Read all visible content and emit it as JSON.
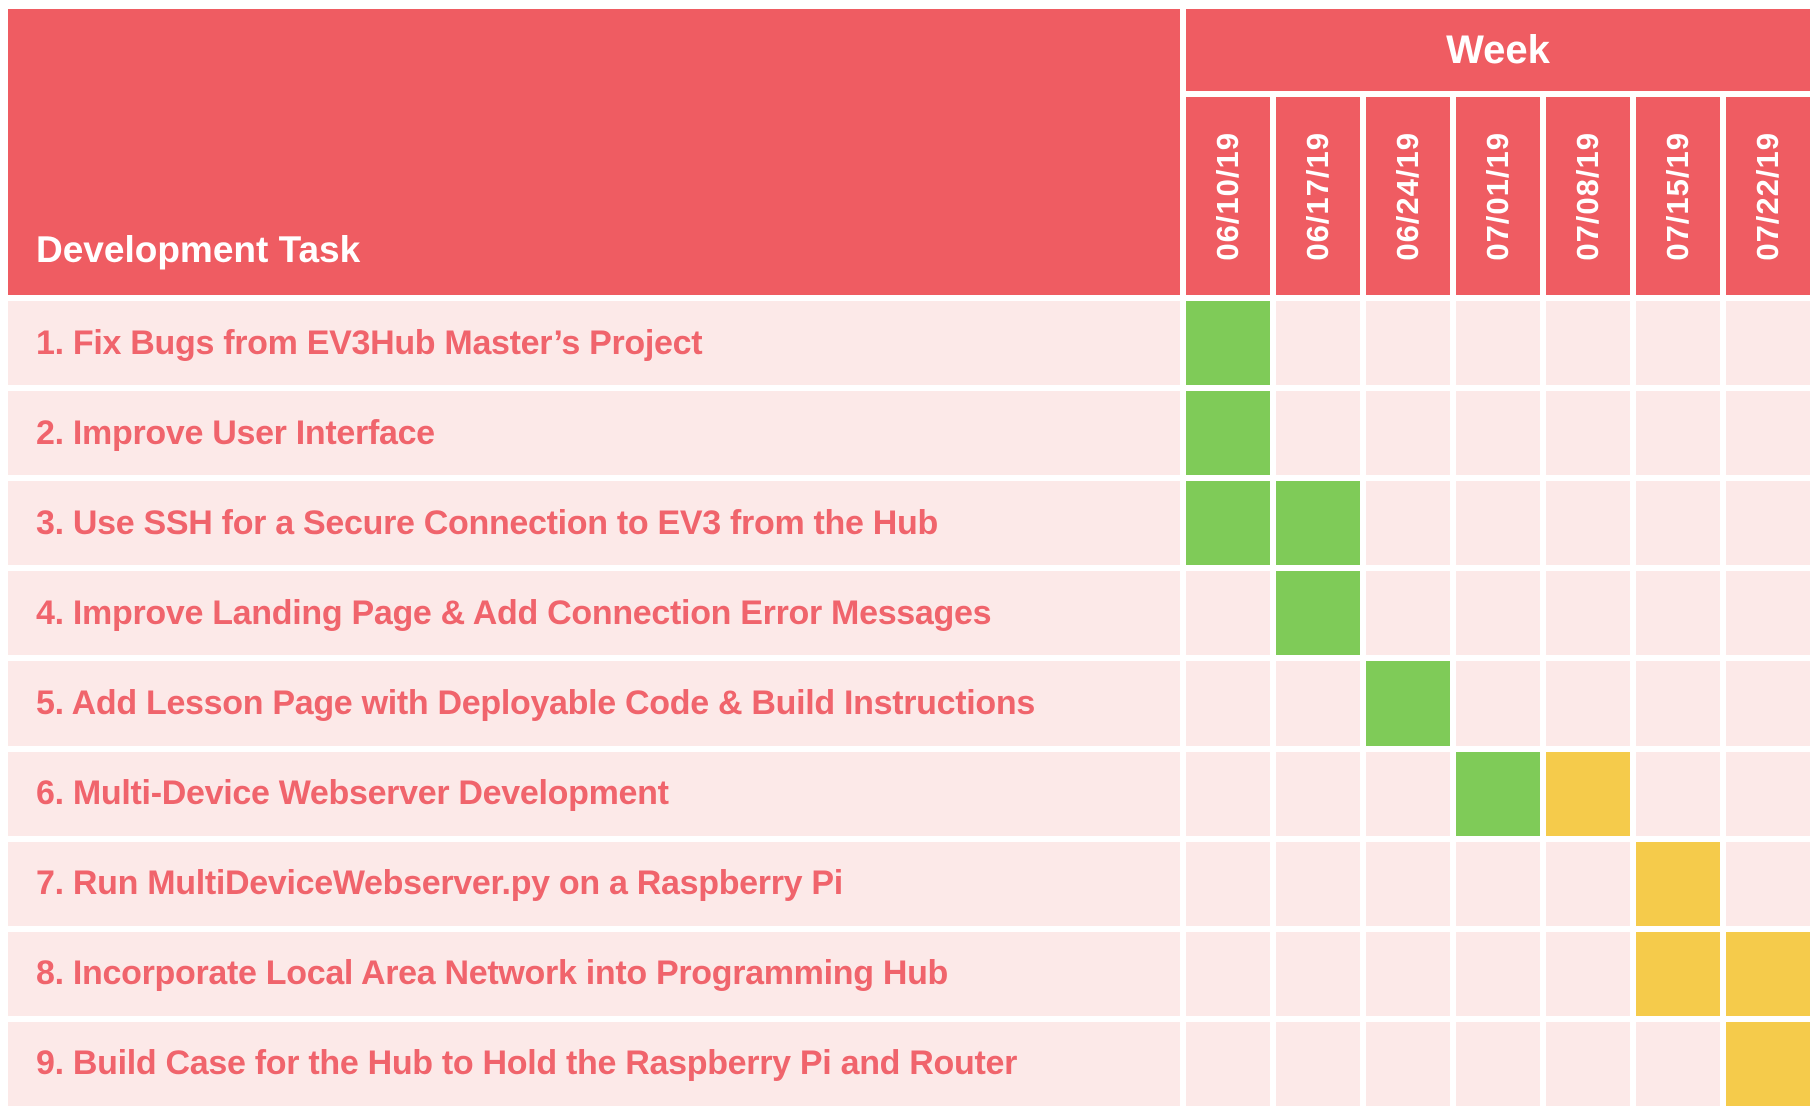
{
  "colors": {
    "header_background": "#EF5C62",
    "header_text": "#FFFFFF",
    "row_background": "#FCE9E8",
    "grid_line": "#FFFFFF",
    "task_text": "#F0646C",
    "done_green": "#7FCB58",
    "planned_yellow": "#F5CB4B"
  },
  "chart_data": {
    "type": "table",
    "subtype": "gantt",
    "title": "Week",
    "task_column_header": "Development Task",
    "week_columns": [
      "06/10/19",
      "06/17/19",
      "06/24/19",
      "07/01/19",
      "07/08/19",
      "07/15/19",
      "07/22/19"
    ],
    "legend_note_colors": {
      "green": "#7FCB58",
      "yellow": "#F5CB4B"
    },
    "tasks": [
      {
        "label": "1. Fix Bugs from EV3Hub Master’s Project",
        "cells": [
          "green",
          "",
          "",
          "",
          "",
          "",
          ""
        ]
      },
      {
        "label": "2. Improve User Interface",
        "cells": [
          "green",
          "",
          "",
          "",
          "",
          "",
          ""
        ]
      },
      {
        "label": "3. Use SSH for a Secure Connection to EV3 from the Hub",
        "cells": [
          "green",
          "green",
          "",
          "",
          "",
          "",
          ""
        ]
      },
      {
        "label": "4. Improve Landing Page & Add Connection Error Messages",
        "cells": [
          "",
          "green",
          "",
          "",
          "",
          "",
          ""
        ]
      },
      {
        "label": "5. Add Lesson Page with Deployable Code & Build Instructions",
        "cells": [
          "",
          "",
          "green",
          "",
          "",
          "",
          ""
        ]
      },
      {
        "label": "6. Multi-Device Webserver Development",
        "cells": [
          "",
          "",
          "",
          "green",
          "yellow",
          "",
          ""
        ]
      },
      {
        "label": "7. Run MultiDeviceWebserver.py on a Raspberry Pi",
        "cells": [
          "",
          "",
          "",
          "",
          "",
          "yellow",
          ""
        ]
      },
      {
        "label": "8. Incorporate Local Area Network into Programming Hub",
        "cells": [
          "",
          "",
          "",
          "",
          "",
          "yellow",
          "yellow"
        ]
      },
      {
        "label": "9. Build Case for the Hub to Hold the Raspberry Pi and Router",
        "cells": [
          "",
          "",
          "",
          "",
          "",
          "",
          "yellow"
        ]
      }
    ]
  }
}
